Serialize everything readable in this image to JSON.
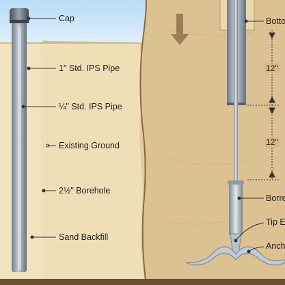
{
  "left_panel": {
    "labels": [
      {
        "key": "cap",
        "text": "Cap"
      },
      {
        "key": "pipe_1in",
        "text": "1\" Std. IPS Pipe"
      },
      {
        "key": "pipe_quarter",
        "text": "¼\" Std. IPS  Pipe"
      },
      {
        "key": "existing_ground",
        "text": "Existing Ground"
      },
      {
        "key": "borehole",
        "text": "2½\" Borehole"
      },
      {
        "key": "sand_backfill",
        "text": "Sand Backfill"
      }
    ]
  },
  "right_panel": {
    "labels": [
      {
        "key": "bottom",
        "text": "Botto"
      },
      {
        "key": "borehole_partial",
        "text": "Borre"
      },
      {
        "key": "tip",
        "text": "Tip E"
      },
      {
        "key": "anchor",
        "text": "Anch"
      }
    ],
    "dimensions": [
      "12\"",
      "12\""
    ]
  },
  "colors": {
    "sky": "#cfe6f7",
    "backfill": "#f1e3bd",
    "soil": "#dcc192",
    "soil_dark": "#c9a46c",
    "pipe": "#8d9aa6",
    "rod": "#aeb8c2",
    "anchor": "#b8c2cb"
  },
  "icons": [
    "down-arrow-icon"
  ]
}
